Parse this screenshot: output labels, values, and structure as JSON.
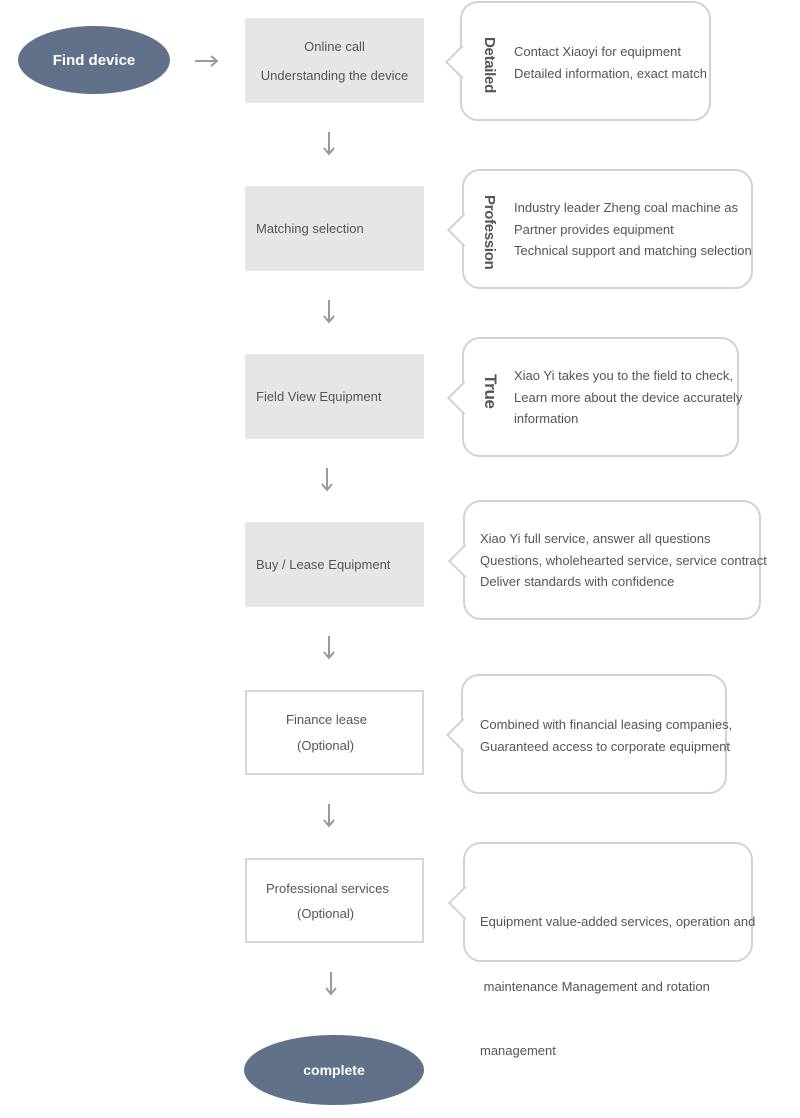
{
  "start": {
    "label": "Find device"
  },
  "end": {
    "label": "complete"
  },
  "steps": [
    {
      "lines": [
        "Online call",
        "Understanding the device"
      ]
    },
    {
      "lines": [
        "Matching selection"
      ]
    },
    {
      "lines": [
        "Field View Equipment"
      ]
    },
    {
      "lines": [
        "Buy / Lease Equipment"
      ]
    },
    {
      "lines": [
        "Finance lease",
        "(Optional)"
      ]
    },
    {
      "lines": [
        "Professional services",
        "(Optional)"
      ]
    }
  ],
  "notes": [
    {
      "tag": "Detailed",
      "lines": [
        "Contact Xiaoyi for equipment",
        "Detailed information, exact match"
      ]
    },
    {
      "tag": "Profession",
      "lines": [
        "Industry leader Zheng coal machine as",
        "Partner provides equipment",
        "Technical support and matching selection"
      ]
    },
    {
      "tag": "True",
      "lines": [
        "Xiao Yi takes you to the field to check,",
        "Learn more about the device accurately",
        "information"
      ]
    },
    {
      "tag": "",
      "lines": [
        "Xiao Yi full service, answer all questions",
        "Questions, wholehearted service, service contract",
        "Deliver standards with confidence"
      ]
    },
    {
      "tag": "",
      "lines": [
        "Combined with financial leasing companies,",
        "Guaranteed access to corporate equipment"
      ]
    },
    {
      "tag": "",
      "lines": [
        "Equipment value-added services, operation and",
        " maintenance Management and rotation",
        "management"
      ]
    }
  ],
  "colors": {
    "oval": "#617189",
    "step_fill": "#e6e6e6",
    "border": "#d2d2d2",
    "arrow": "#9a9a9a"
  }
}
